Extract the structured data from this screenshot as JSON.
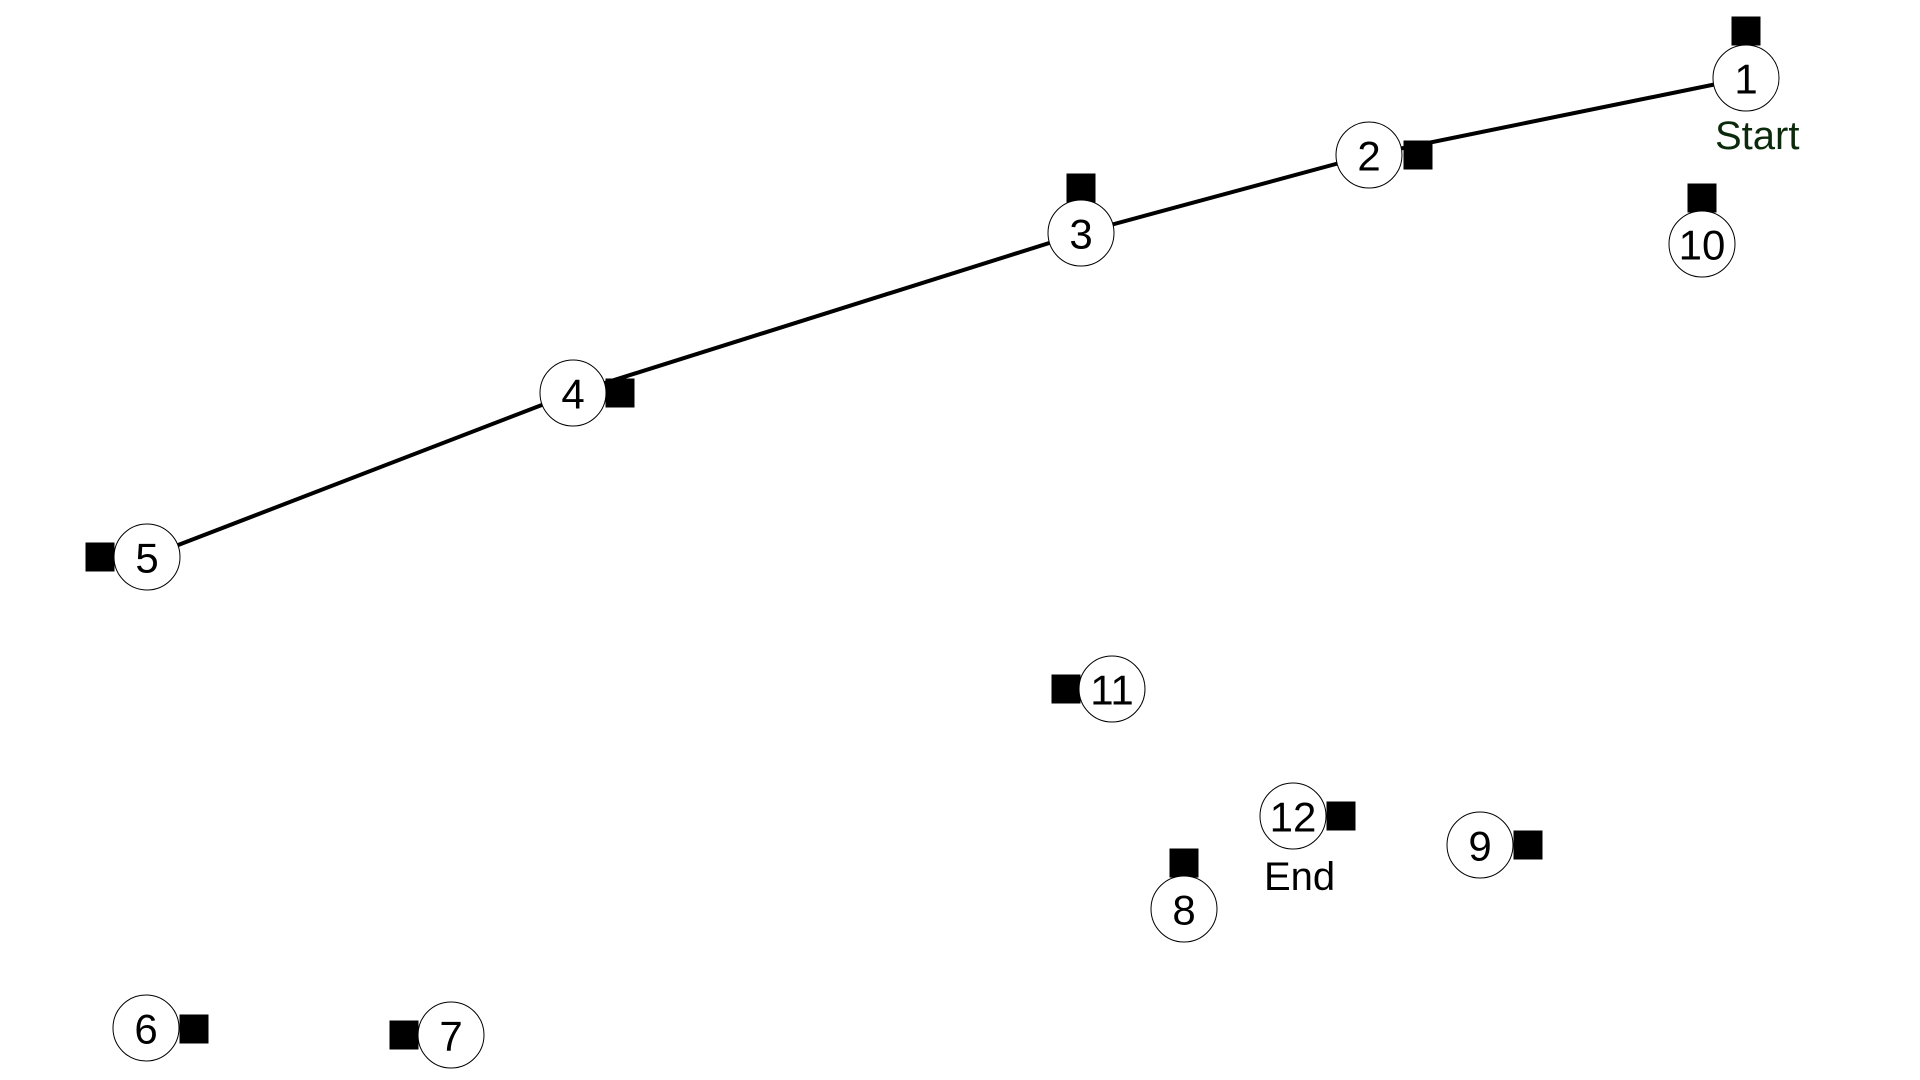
{
  "diagram": {
    "nodes": [
      {
        "id": "1",
        "label": "1"
      },
      {
        "id": "2",
        "label": "2"
      },
      {
        "id": "3",
        "label": "3"
      },
      {
        "id": "4",
        "label": "4"
      },
      {
        "id": "5",
        "label": "5"
      },
      {
        "id": "6",
        "label": "6"
      },
      {
        "id": "7",
        "label": "7"
      },
      {
        "id": "8",
        "label": "8"
      },
      {
        "id": "9",
        "label": "9"
      },
      {
        "id": "10",
        "label": "10"
      },
      {
        "id": "11",
        "label": "11"
      },
      {
        "id": "12",
        "label": "12"
      }
    ],
    "route": [
      "1",
      "2",
      "3",
      "4",
      "5"
    ],
    "start_label": "Start",
    "end_label": "End",
    "colors": {
      "start_label": "#0b2a0b",
      "end_label": "#000000",
      "line": "#000000",
      "marker": "#000000"
    }
  }
}
